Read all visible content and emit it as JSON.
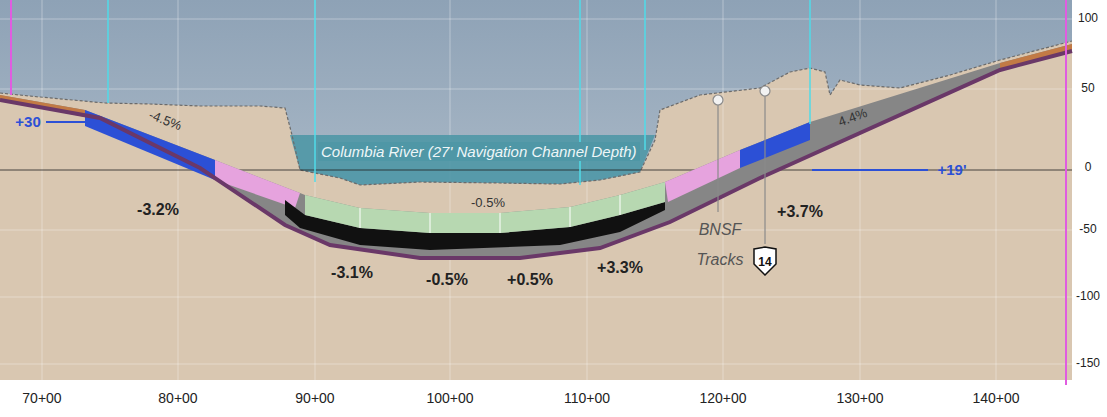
{
  "diagram": {
    "nodes": [
      {
        "text": [
          "Columbia River (27' Navigation Channel Depth)"
        ]
      },
      {
        "text": [
          "14"
        ]
      }
    ],
    "labels": [
      "+30",
      "-4.5%",
      "-3.2%",
      "-3.1%",
      "-0.5%",
      "-0.5%",
      "+0.5%",
      "+3.3%",
      "BNSF Tracks",
      "+3.7%",
      "4.4%",
      "+19'",
      "70+00",
      "80+00",
      "90+00",
      "100+00",
      "110+00",
      "120+00",
      "130+00",
      "140+00",
      "100",
      "50",
      "0",
      "-50",
      "-100",
      "-150"
    ]
  }
}
